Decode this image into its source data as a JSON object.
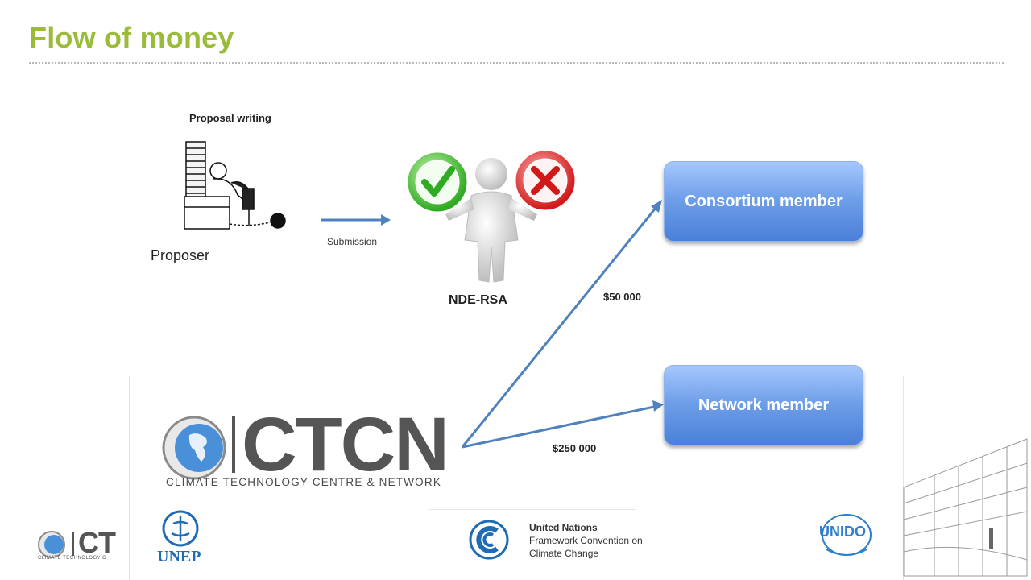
{
  "slide": {
    "title": "Flow of money"
  },
  "proposer": {
    "caption": "Proposal writing",
    "label": "Proposer"
  },
  "submission": {
    "label": "Submission"
  },
  "nde": {
    "label": "NDE-RSA"
  },
  "members": {
    "consortium": "Consortium member",
    "network": "Network member"
  },
  "flows": {
    "consortium_amount": "$50 000",
    "network_amount": "$250 000"
  },
  "logos": {
    "ctcn_word": "CTCN",
    "ctcn_tagline": "CLIMATE TECHNOLOGY CENTRE & NETWORK",
    "unep": "UNEP",
    "unfccc_line1": "United Nations",
    "unfccc_line2": "Framework Convention on",
    "unfccc_line3": "Climate Change",
    "unido": "UNIDO",
    "bottom_ctcn_word": "CT",
    "bottom_ctcn_tagline": "CLIMATE TECHNOLOGY C"
  },
  "colors": {
    "title": "#9bbb3b",
    "arrow": "#4f81bd",
    "box": "#5b8fe0"
  }
}
